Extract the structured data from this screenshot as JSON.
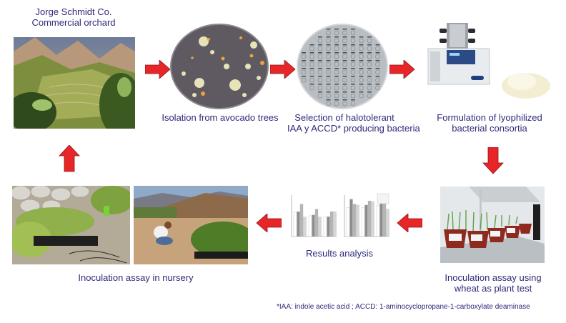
{
  "steps": {
    "orchard": {
      "line1": "Jorge Schmidt Co.",
      "line2": "Commercial orchard"
    },
    "isolation": {
      "label": "Isolation from avocado trees"
    },
    "selection": {
      "line1": "Selection of halotolerant",
      "line2": "IAA y ACCD* producing bacteria"
    },
    "formulation": {
      "line1": "Formulation of lyophilized",
      "line2": "bacterial consortia"
    },
    "wheat": {
      "line1": "Inoculation assay using",
      "line2": "wheat as plant test"
    },
    "results": {
      "label": "Results analysis"
    },
    "nursery": {
      "label": "Inoculation assay in nursery"
    }
  },
  "footnote": "*IAA: indole acetic acid ;  ACCD: 1-aminocyclopropane-1-carboxylate deaminase",
  "colors": {
    "arrow": "#e8262a",
    "arrow_stroke": "#8a1414",
    "text": "#2e2a7a"
  },
  "icons": {
    "arrow_right": "arrow-right-icon",
    "arrow_down": "arrow-down-icon",
    "arrow_left": "arrow-left-icon",
    "arrow_up": "arrow-up-icon"
  }
}
